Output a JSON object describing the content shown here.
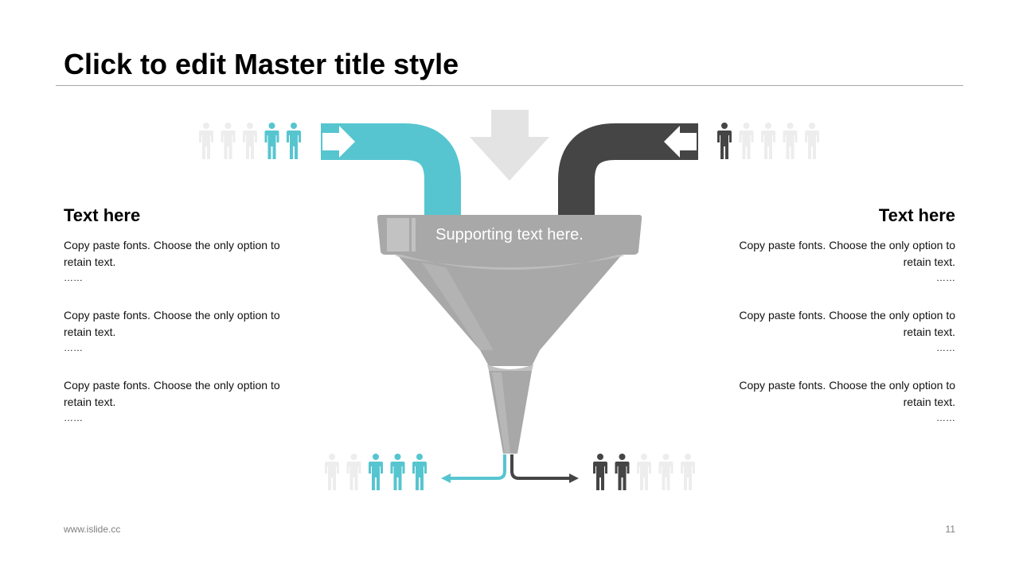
{
  "slide": {
    "title": "Click to edit Master title style",
    "footer_url": "www.islide.cc",
    "page_number": "11"
  },
  "funnel": {
    "supporting_text": "Supporting text here."
  },
  "left_column": {
    "heading": "Text here",
    "items": [
      {
        "text": "Copy paste fonts. Choose the only option to retain text.",
        "dots": "……"
      },
      {
        "text": "Copy paste fonts. Choose the only option to retain text.",
        "dots": "……"
      },
      {
        "text": "Copy paste fonts. Choose the only option to retain text.",
        "dots": "……"
      }
    ]
  },
  "right_column": {
    "heading": "Text here",
    "items": [
      {
        "text": "Copy paste fonts. Choose the only option to retain text.",
        "dots": "……"
      },
      {
        "text": "Copy paste fonts. Choose the only option to retain text.",
        "dots": "……"
      },
      {
        "text": "Copy paste fonts. Choose the only option to retain text.",
        "dots": "……"
      }
    ]
  },
  "people": {
    "top_left": {
      "total": 5,
      "highlighted": 2,
      "highlight_side": "end",
      "color": "#56c5d0"
    },
    "top_right": {
      "total": 5,
      "highlighted": 1,
      "highlight_side": "start",
      "color": "#454545"
    },
    "bottom_left": {
      "total": 5,
      "highlighted": 3,
      "highlight_side": "end",
      "color": "#56c5d0"
    },
    "bottom_right": {
      "total": 5,
      "highlighted": 2,
      "highlight_side": "start",
      "color": "#454545"
    },
    "inactive_color": "#ededed"
  },
  "colors": {
    "accent": "#56c5d0",
    "dark": "#454545",
    "funnel": "#a8a8a8",
    "arrow_light": "#e3e3e3"
  }
}
